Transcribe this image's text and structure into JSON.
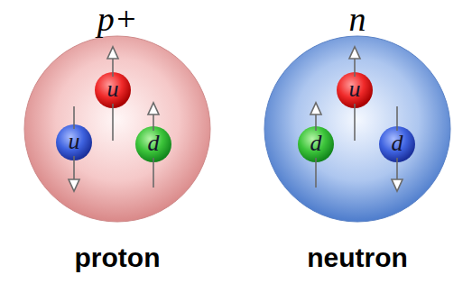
{
  "diagram": {
    "nodes": [
      {
        "text": [
          "p+",
          "proton"
        ]
      },
      {
        "text": [
          "u"
        ],
        "in": 0
      },
      {
        "text": [
          "u"
        ],
        "in": 0
      },
      {
        "text": [
          "d"
        ],
        "in": 0
      },
      {
        "text": [
          "n",
          "neutron"
        ]
      },
      {
        "text": [
          "u"
        ],
        "in": 4
      },
      {
        "text": [
          "d"
        ],
        "in": 4
      },
      {
        "text": [
          "d"
        ],
        "in": 4
      }
    ]
  }
}
